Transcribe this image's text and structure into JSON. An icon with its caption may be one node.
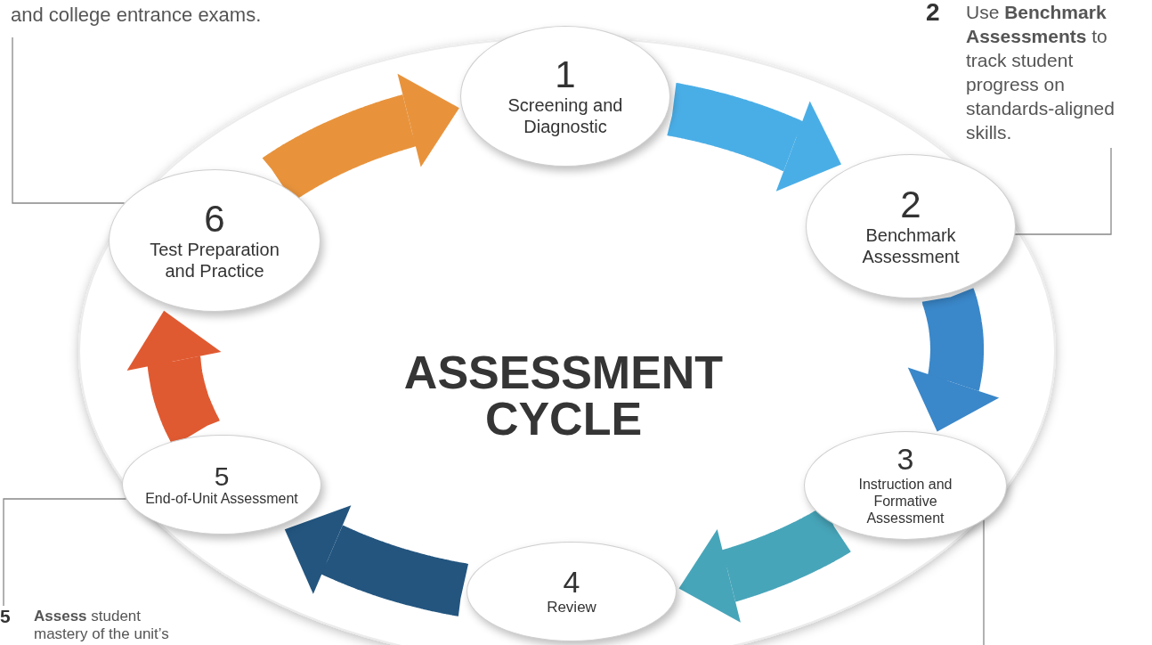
{
  "diagram": {
    "title": "ASSESSMENT CYCLE",
    "nodes": [
      {
        "text": [
          "1",
          "Screening and Diagnostic"
        ]
      },
      {
        "text": [
          "2",
          "Benchmark Assessment"
        ]
      },
      {
        "text": [
          "3",
          "Instruction and Formative Assessment"
        ]
      },
      {
        "text": [
          "4",
          "Review"
        ]
      },
      {
        "text": [
          "5",
          "End-of-Unit Assessment"
        ]
      },
      {
        "text": [
          "6",
          "Test Preparation and Practice"
        ]
      },
      {
        "text": [
          "and college entrance exams."
        ]
      },
      {
        "text": [
          "2",
          "Use **Benchmark Assessments** to track student progress on standards-aligned skills."
        ]
      },
      {
        "text": [
          "5",
          "**Assess** student mastery of the unit’s"
        ]
      }
    ],
    "edges": [
      {
        "from": 0,
        "to": 1,
        "arrow": "to",
        "color": "#4aaee6"
      },
      {
        "from": 1,
        "to": 2,
        "arrow": "to",
        "color": "#3a87c9"
      },
      {
        "from": 2,
        "to": 3,
        "arrow": "to",
        "color": "#47a5b9"
      },
      {
        "from": 3,
        "to": 4,
        "arrow": "to",
        "color": "#23557f"
      },
      {
        "from": 4,
        "to": 5,
        "arrow": "to",
        "color": "#e05a31"
      },
      {
        "from": 5,
        "to": 0,
        "arrow": "to",
        "color": "#e8933c"
      },
      {
        "from": 6,
        "to": 5,
        "arrow": "none"
      },
      {
        "from": 7,
        "to": 1,
        "arrow": "none"
      },
      {
        "from": 8,
        "to": 4,
        "arrow": "none"
      },
      {
        "from": null,
        "to": 2,
        "arrow": "none"
      }
    ]
  }
}
